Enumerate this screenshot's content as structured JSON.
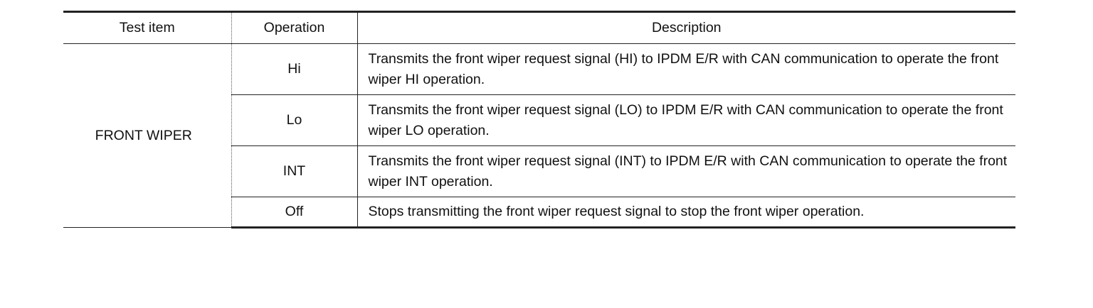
{
  "table": {
    "headers": {
      "test_item": "Test item",
      "operation": "Operation",
      "description": "Description"
    },
    "test_item": "FRONT WIPER",
    "rows": [
      {
        "operation": "Hi",
        "description": "Transmits the front wiper request signal (HI) to IPDM E/R with CAN communication to operate the front wiper HI operation."
      },
      {
        "operation": "Lo",
        "description": "Transmits the front wiper request signal (LO) to IPDM E/R with CAN communication to operate the front wiper LO operation."
      },
      {
        "operation": "INT",
        "description": "Transmits the front wiper request signal (INT) to IPDM E/R with CAN communication to operate the front wiper INT operation."
      },
      {
        "operation": "Off",
        "description": "Stops transmitting the front wiper request signal to stop the front wiper operation."
      }
    ]
  }
}
